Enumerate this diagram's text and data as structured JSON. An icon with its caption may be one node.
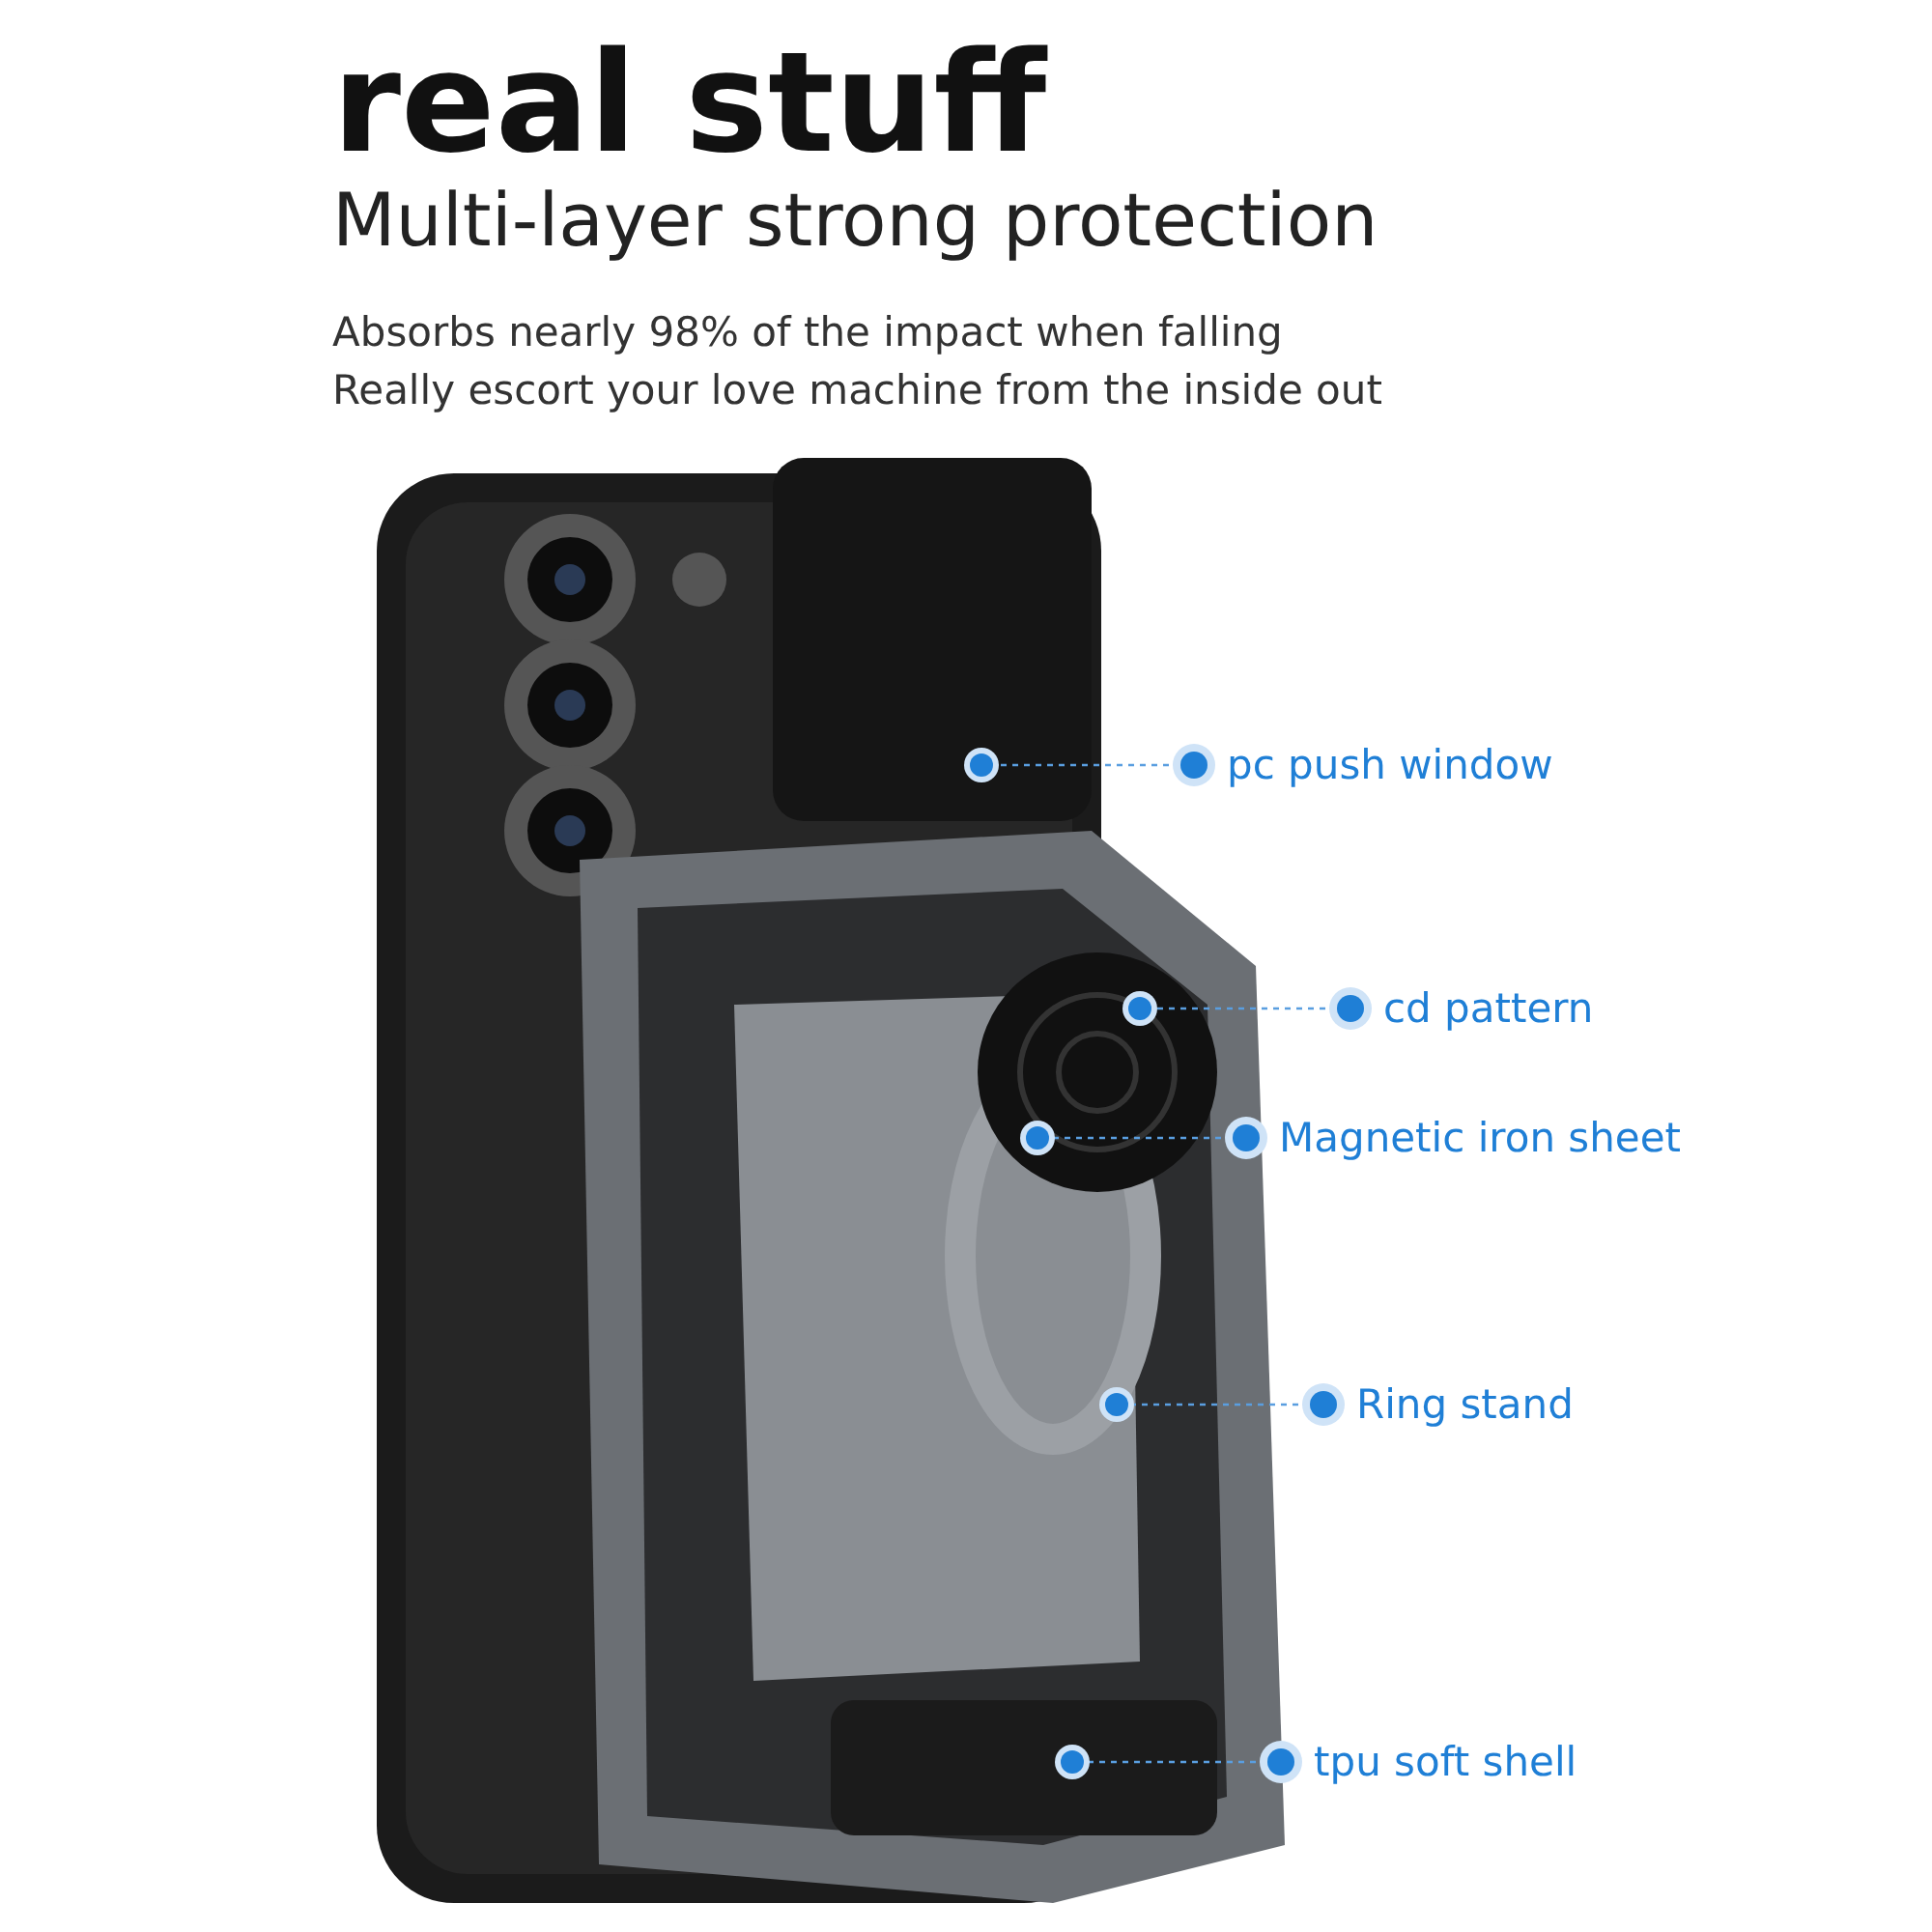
{
  "diagram": {
    "title": "real stuff",
    "nodes": [
      {
        "text": [
          "pc push window"
        ]
      },
      {
        "text": [],
        "shape": "circle"
      },
      {
        "text": [
          "cd pattern"
        ]
      },
      {
        "text": [],
        "shape": "circle"
      },
      {
        "text": [
          "Magnetic iron sheet"
        ]
      },
      {
        "text": [],
        "shape": "circle"
      },
      {
        "text": [
          "Ring stand"
        ]
      },
      {
        "text": [],
        "shape": "circle"
      },
      {
        "text": [
          "tpu soft shell"
        ]
      },
      {
        "text": [],
        "shape": "circle"
      }
    ],
    "edges": [
      {
        "from": 0,
        "to": 1,
        "arrow": "none",
        "style": "dashed"
      },
      {
        "from": 2,
        "to": 3,
        "arrow": "none",
        "style": "dashed"
      },
      {
        "from": 4,
        "to": 5,
        "arrow": "none",
        "style": "dashed"
      },
      {
        "from": 6,
        "to": 7,
        "arrow": "none",
        "style": "dashed"
      },
      {
        "from": 8,
        "to": 9,
        "arrow": "none",
        "style": "dashed"
      }
    ],
    "labels": [
      "Multi-layer strong protection",
      "Absorbs nearly 98% of the impact when falling",
      "Really escort your love machine from the inside out"
    ]
  }
}
